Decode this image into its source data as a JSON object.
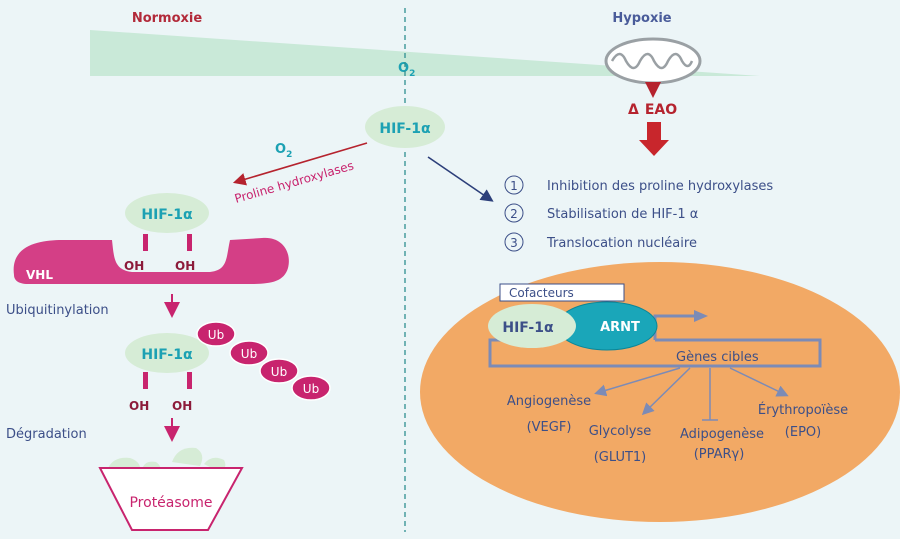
{
  "headers": {
    "left": "Normoxie",
    "right": "Hypoxie"
  },
  "oxygen": {
    "top": "O",
    "top_sub": "2",
    "arrow": "O",
    "arrow_sub": "2"
  },
  "hif": {
    "center": "HIF-1α",
    "normoxia": "HIF-1α",
    "ubiquitinated": "HIF-1α",
    "nucleus": "HIF-1α"
  },
  "enzyme_label": "Proline hydroxylases",
  "vhl": "VHL",
  "oh_label": "OH",
  "steps": {
    "ubiquitination": "Ubiquitinylation",
    "degradation": "Dégradation"
  },
  "ub_label": "Ub",
  "proteasome": "Protéasome",
  "mitochondria": {
    "delta": "Δ",
    "label": "EAO"
  },
  "hypoxia_steps": [
    {
      "num": "1",
      "text": "Inhibition des proline hydroxylases"
    },
    {
      "num": "2",
      "text": "Stabilisation de HIF-1 α"
    },
    {
      "num": "3",
      "text": "Translocation nucléaire"
    }
  ],
  "nucleus": {
    "cofactors": "Cofacteurs",
    "arnt": "ARNT",
    "target_genes": "Gènes cibles",
    "outcomes": [
      {
        "name": "Angiogenèse",
        "gene": "(VEGF)"
      },
      {
        "name": "Glycolyse",
        "gene": "(GLUT1)"
      },
      {
        "name": "Adipogenèse",
        "gene": "(PPARγ)"
      },
      {
        "name": "Érythropoïèse",
        "gene": "(EPO)"
      }
    ]
  },
  "colors": {
    "background": "#ecf5f7",
    "magenta": "#c8246e",
    "dark_red": "#8c1b3a",
    "nucleus": "#f2a965",
    "hif": "#d6ecd6",
    "arnt": "#1aa6b9",
    "text_blue": "#3c4f88",
    "gradient": "#c8e8d8",
    "divider": "#2e8f91"
  }
}
